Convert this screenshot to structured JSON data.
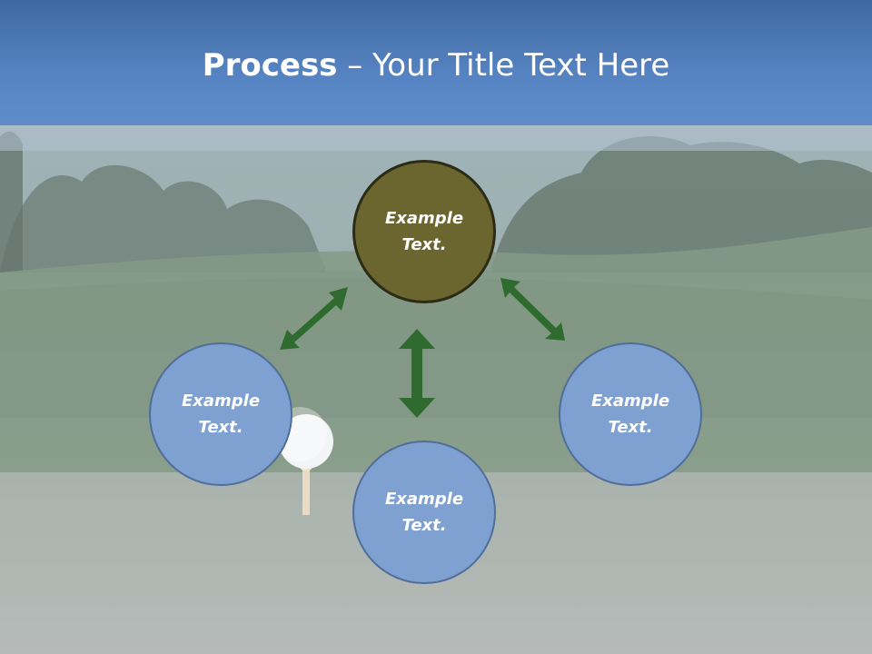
{
  "title": {
    "bold": "Process",
    "rest": " – Your Title Text Here"
  },
  "diagram": {
    "center": {
      "line1": "Example",
      "line2": "Text."
    },
    "nodes": [
      {
        "line1": "Example",
        "line2": "Text."
      },
      {
        "line1": "Example",
        "line2": "Text."
      },
      {
        "line1": "Example",
        "line2": "Text."
      }
    ]
  },
  "colors": {
    "title_band": "#5683c2",
    "center_fill": "#6b6630",
    "node_fill": "#7fa1d2",
    "arrow": "#2f6b2f"
  }
}
